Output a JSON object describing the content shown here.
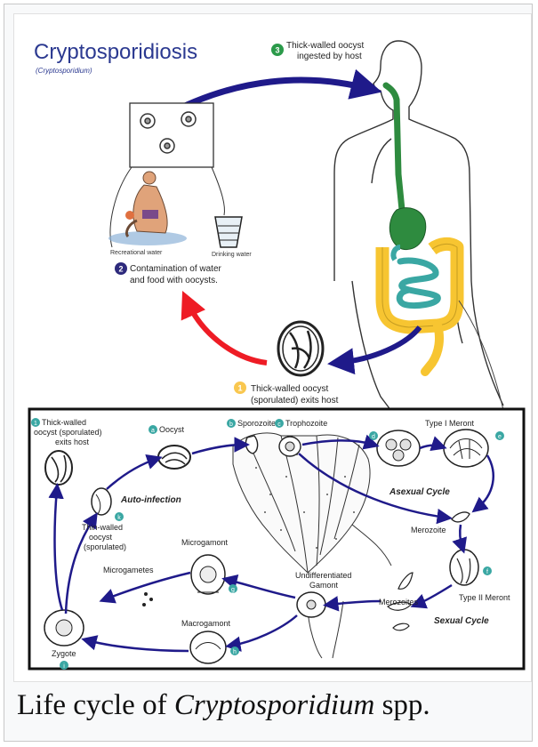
{
  "figure": {
    "title": "Cryptosporidiosis",
    "subtitle": "(Cryptosporidium)",
    "steps": {
      "s1": {
        "num": "1",
        "line1": "Thick-walled oocyst",
        "line2": "(sporulated) exits host"
      },
      "s2": {
        "num": "2",
        "line1": "Contamination of water",
        "line2": "and food with oocysts."
      },
      "s3": {
        "num": "3",
        "line1": "Thick-walled oocyst",
        "line2": "ingested by host"
      }
    },
    "sources": {
      "recreational": "Recreational water",
      "drinking": "Drinking water"
    },
    "cycle": {
      "a": {
        "letter": "a",
        "label": "Oocyst"
      },
      "b": {
        "letter": "b",
        "label": "Sporozoite"
      },
      "c": {
        "letter": "c",
        "label": "Trophozoite"
      },
      "d": {
        "letter": "d",
        "label": "Type I Meront"
      },
      "e": {
        "letter": "e"
      },
      "f": {
        "letter": "f",
        "label": "Type II Meront"
      },
      "g": {
        "letter": "g",
        "label": "Microgamont"
      },
      "h": {
        "letter": "h",
        "label": "Macrogamont"
      },
      "i": {
        "letter": "i",
        "label": "Zygote"
      },
      "k": {
        "letter": "k",
        "line1": "Thin-walled",
        "line2": "oocyst",
        "line3": "(sporulated)"
      },
      "exit1": {
        "letter": "1",
        "line1": "Thick-walled",
        "line2": "oocyst (sporulated)",
        "line3": "exits host"
      },
      "merozoite": "Merozoite",
      "merozoites": "Merozoites",
      "microgametes": "Microgametes",
      "undiff1": "Undifferentiated",
      "undiff2": "Gamont",
      "auto": "Auto-infection",
      "asexual": "Asexual Cycle",
      "sexual": "Sexual Cycle"
    }
  },
  "caption": {
    "prefix": "Life cycle of ",
    "genus": "Cryptosporidium",
    "suffix": " spp."
  },
  "colors": {
    "title": "#2b3990",
    "arrow_blue": "#1f1a8a",
    "arrow_red": "#ee1c25",
    "gut_green": "#2e8b3f",
    "colon_yellow": "#f7c531",
    "small_intestine": "#3aa7a3",
    "badge_navy": "#2e2a7c",
    "badge_green": "#2b9a4a",
    "badge_yellow": "#f9c74f",
    "badge_teal": "#3aa7a3"
  }
}
